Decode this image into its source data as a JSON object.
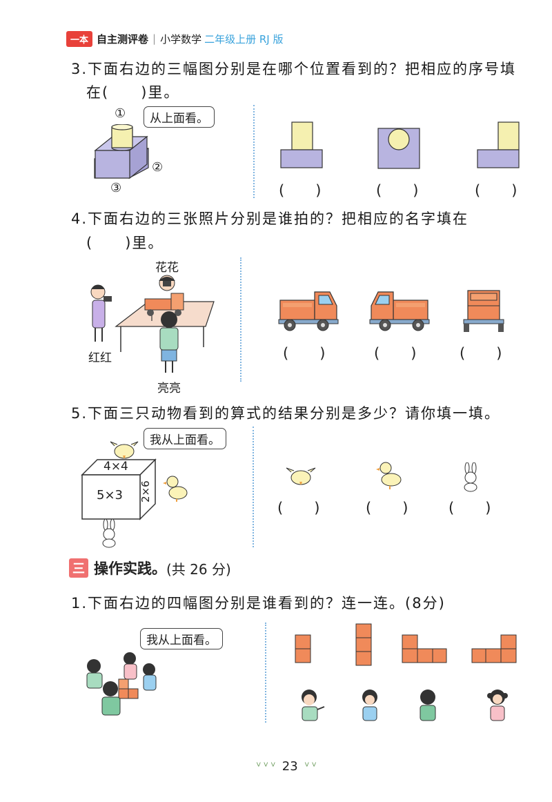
{
  "header": {
    "badge": "一本",
    "series": "自主测评卷",
    "separator": "|",
    "subject": "小学数学",
    "grade": "二年级上册 RJ 版"
  },
  "q3": {
    "text_line1": "3.下面右边的三幅图分别是在哪个位置看到的？把相应的序号填",
    "text_line2": "在(　　)里。",
    "bubble": "从上面看。",
    "markers": [
      "①",
      "②",
      "③"
    ],
    "answer_paren": [
      "(　　)",
      "(　　)",
      "(　　)"
    ]
  },
  "q4": {
    "text_line1": "4.下面右边的三张照片分别是谁拍的？把相应的名字填在",
    "text_line2": "(　　)里。",
    "names": [
      "花花",
      "红红",
      "亮亮"
    ],
    "answer_paren": [
      "(　　)",
      "(　　)",
      "(　　)"
    ]
  },
  "q5": {
    "text": "5.下面三只动物看到的算式的结果分别是多少？请你填一填。",
    "bubble": "我从上面看。",
    "top_face": "4×4",
    "front_face": "5×3",
    "side_face": "2×6",
    "answer_paren": [
      "(　　)",
      "(　　)",
      "(　　)"
    ]
  },
  "section3": {
    "number": "三",
    "title": "操作实践。",
    "score": "(共 26 分)"
  },
  "p1": {
    "text": "1.下面右边的四幅图分别是谁看到的？连一连。(8分)",
    "bubble": "我从上面看。"
  },
  "footer": {
    "page_number": "23"
  },
  "colors": {
    "badge_red": "#e8413a",
    "header_blue": "#3aa3dc",
    "cylinder": "#f5f0b0",
    "box": "#b8b4e0",
    "orange": "#f08a5a",
    "section_red": "#f07070",
    "divider": "#7fb4e0"
  }
}
